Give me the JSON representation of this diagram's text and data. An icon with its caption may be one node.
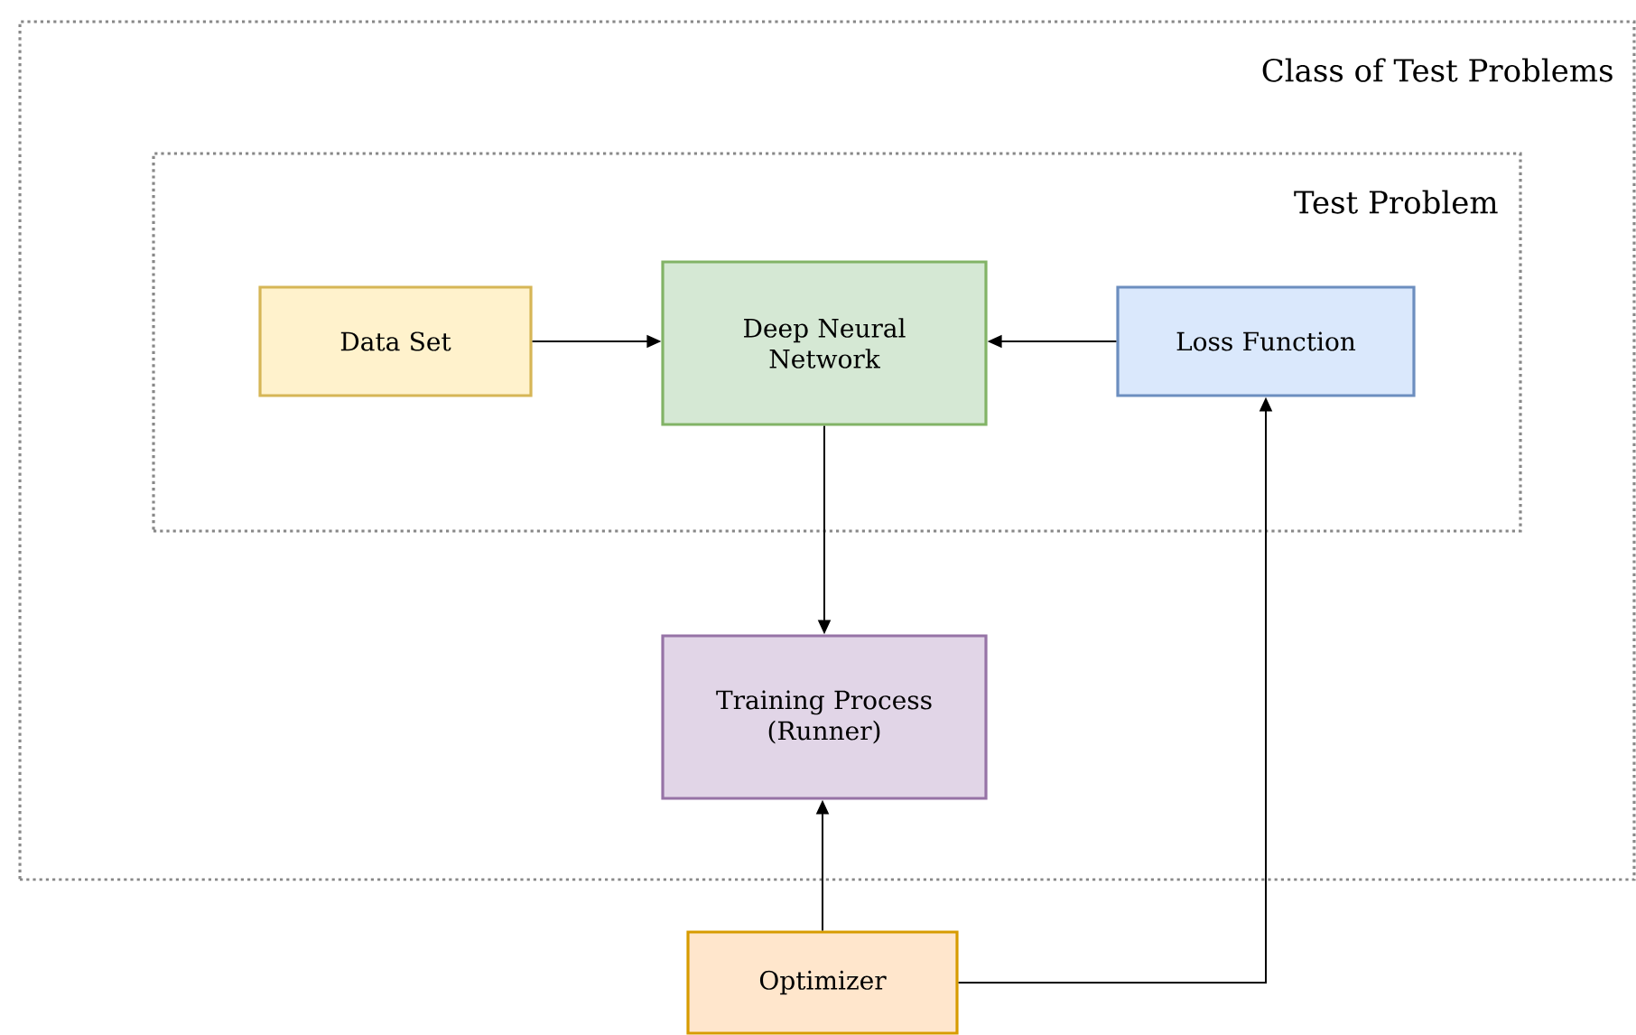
{
  "diagram": {
    "nodes": [
      {
        "text": [
          "Class of Test Problems"
        ]
      },
      {
        "text": [
          "Test Problem"
        ],
        "in": 0
      },
      {
        "text": [
          "Data Set"
        ],
        "in": 1
      },
      {
        "text": [
          "Deep Neural Network"
        ],
        "in": 1
      },
      {
        "text": [
          "Loss Function"
        ],
        "in": 1
      },
      {
        "text": [
          "Training Process (Runner)"
        ],
        "in": 0
      },
      {
        "text": [
          "Optimizer"
        ]
      }
    ],
    "edges": [
      {
        "from": 2,
        "to": 3,
        "arrow": "to"
      },
      {
        "from": 4,
        "to": 3,
        "arrow": "to"
      },
      {
        "from": 3,
        "to": 5,
        "arrow": "to"
      },
      {
        "from": 6,
        "to": 5,
        "arrow": "to"
      },
      {
        "from": 6,
        "to": 4,
        "arrow": "to"
      }
    ]
  }
}
